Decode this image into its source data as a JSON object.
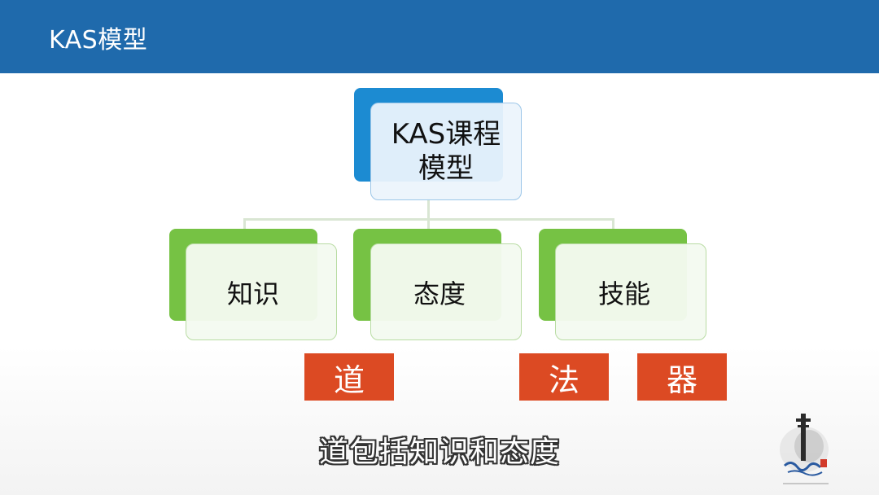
{
  "header": {
    "title": "KAS模型"
  },
  "diagram": {
    "root": {
      "line1": "KAS课程",
      "line2": "模型"
    },
    "children": [
      {
        "label": "知识"
      },
      {
        "label": "态度"
      },
      {
        "label": "技能"
      }
    ]
  },
  "tags": [
    {
      "label": "道"
    },
    {
      "label": "法"
    },
    {
      "label": "器"
    }
  ],
  "subtitle": "道包括知识和态度",
  "colors": {
    "header": "#1f6aac",
    "root_box": "#1c8bd2",
    "child_box": "#76c244",
    "tag": "#dc4a23"
  },
  "logo": {
    "icon": "ink-brush-seal-logo"
  }
}
